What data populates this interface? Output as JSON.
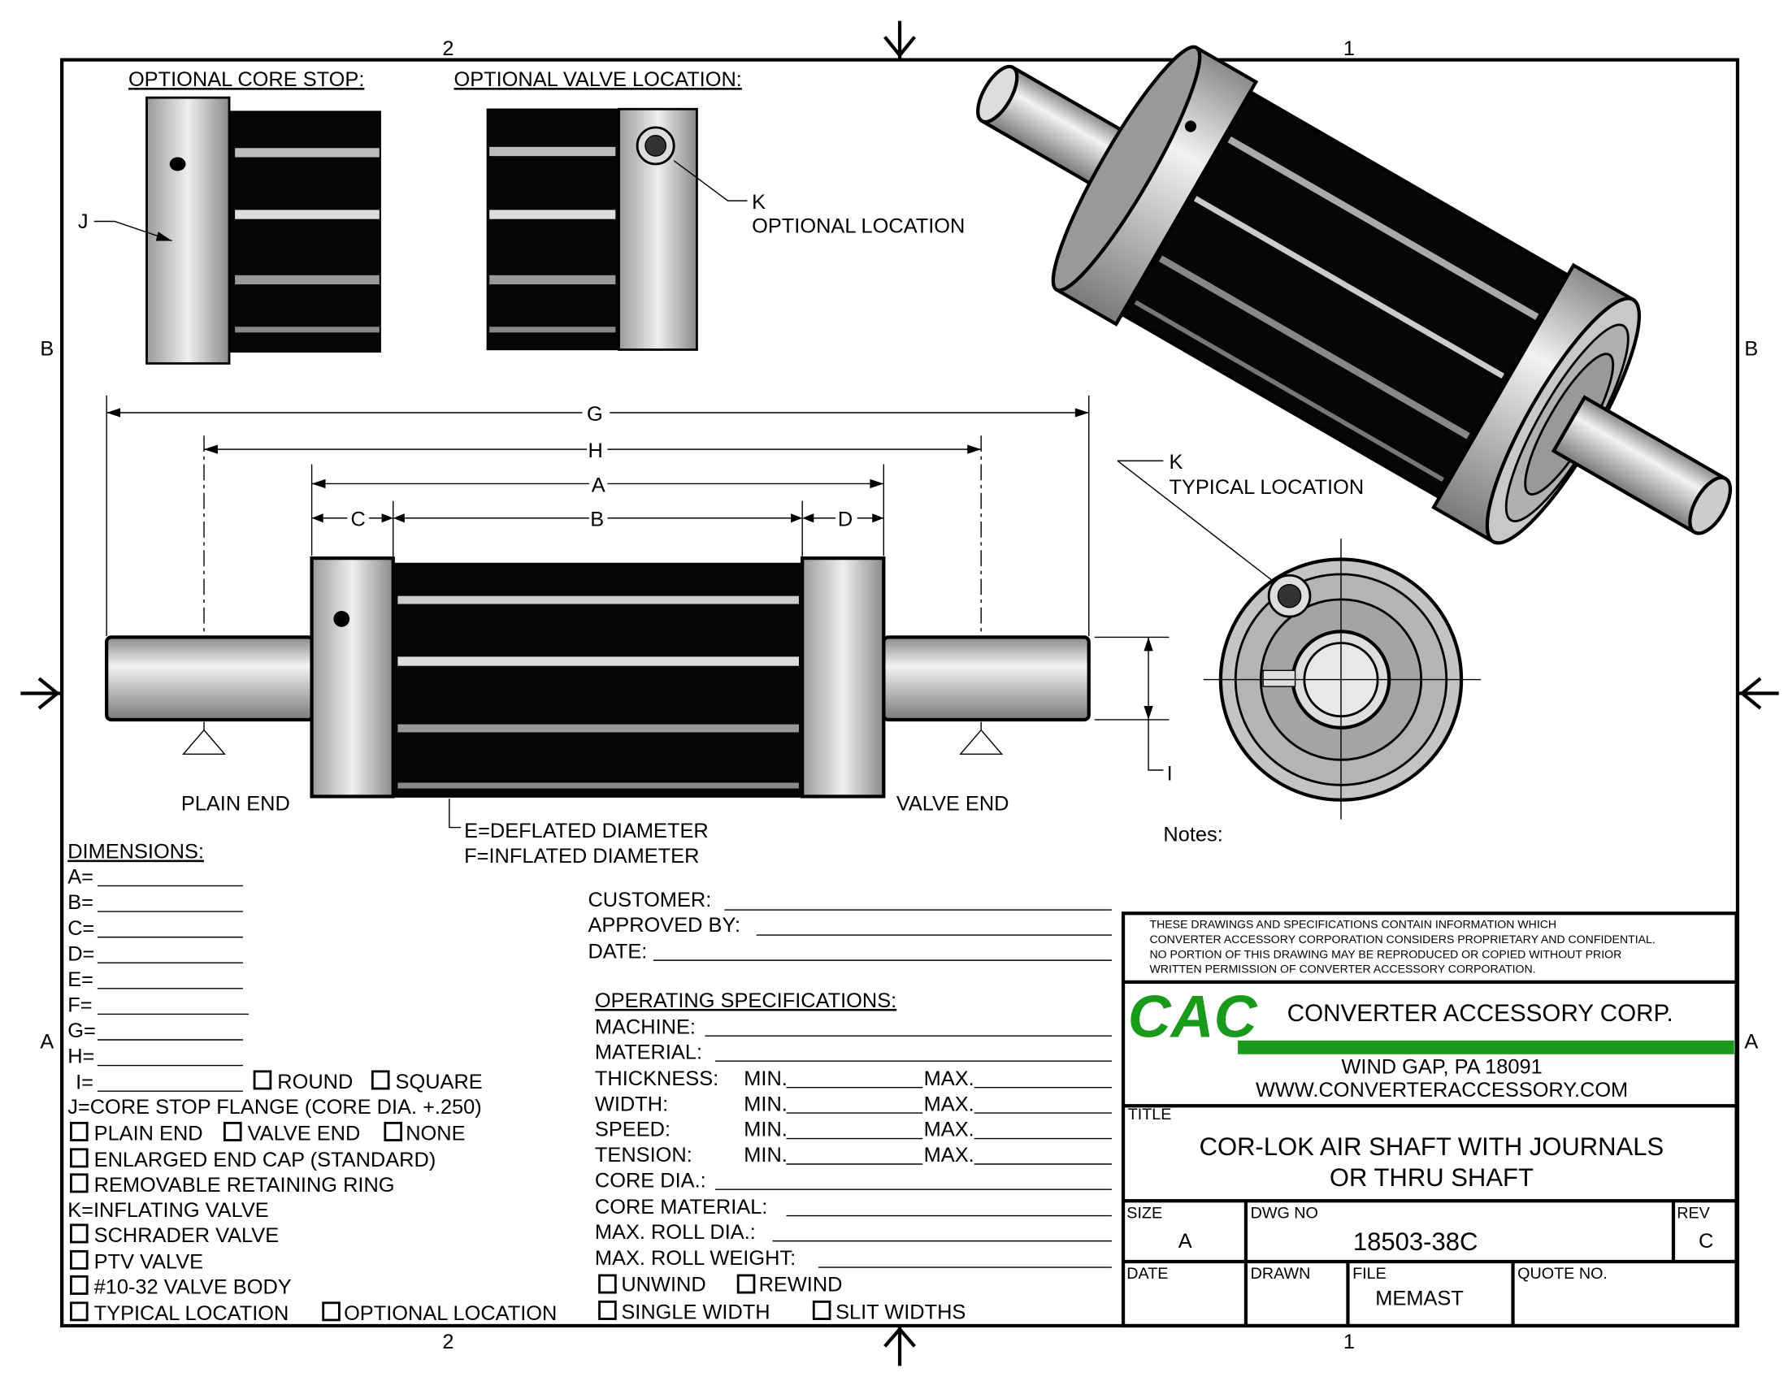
{
  "zones": {
    "col2": "2",
    "col1": "1",
    "rowB": "B",
    "rowA": "A"
  },
  "views": {
    "core_stop_heading": "OPTIONAL CORE STOP:",
    "valve_location_heading": "OPTIONAL VALVE LOCATION:",
    "j_label": "J",
    "k_label": "K",
    "optional_location": "OPTIONAL LOCATION",
    "typical_location": "TYPICAL LOCATION",
    "dims": {
      "g": "G",
      "h": "H",
      "a": "A",
      "b": "B",
      "c": "C",
      "d": "D",
      "i": "I"
    },
    "plain_end": "PLAIN END",
    "valve_end": "VALVE END",
    "e_label": "E=DEFLATED DIAMETER",
    "f_label": "F=INFLATED DIAMETER",
    "notes": "Notes:"
  },
  "dimensions": {
    "heading": "DIMENSIONS:",
    "fields": [
      "A=",
      "B=",
      "C=",
      "D=",
      "E=",
      "F=",
      "G=",
      "H=",
      "I="
    ],
    "round": "ROUND",
    "square": "SQUARE",
    "j_desc": "J=CORE STOP FLANGE (CORE DIA. +.250)",
    "plain_end": "PLAIN END",
    "valve_end": "VALVE END",
    "none": "NONE",
    "enlarged": "ENLARGED END CAP (STANDARD)",
    "removable": "REMOVABLE RETAINING RING",
    "k_desc": "K=INFLATING VALVE",
    "schrader": "SCHRADER VALVE",
    "ptv": "PTV VALVE",
    "valve_body": "#10-32 VALVE BODY",
    "typical": "TYPICAL LOCATION",
    "optional": "OPTIONAL LOCATION"
  },
  "customer": {
    "customer": "CUSTOMER:",
    "approved": "APPROVED BY:",
    "date": "DATE:"
  },
  "operating": {
    "heading": "OPERATING SPECIFICATIONS:",
    "machine": "MACHINE:",
    "material": "MATERIAL:",
    "rows": [
      {
        "label": "THICKNESS:",
        "min": "MIN.",
        "max": "MAX."
      },
      {
        "label": "WIDTH:",
        "min": "MIN.",
        "max": "MAX."
      },
      {
        "label": "SPEED:",
        "min": "MIN.",
        "max": "MAX."
      },
      {
        "label": "TENSION:",
        "min": "MIN.",
        "max": "MAX."
      }
    ],
    "core_dia": "CORE DIA.:",
    "core_material": "CORE MATERIAL:",
    "max_roll_dia": "MAX. ROLL DIA.:",
    "max_roll_weight": "MAX. ROLL WEIGHT:",
    "unwind": "UNWIND",
    "rewind": "REWIND",
    "single": "SINGLE WIDTH",
    "slit": "SLIT WIDTHS"
  },
  "title_block": {
    "disclaimer": [
      "THESE DRAWINGS AND SPECIFICATIONS CONTAIN INFORMATION WHICH",
      "CONVERTER ACCESSORY CORPORATION CONSIDERS PROPRIETARY AND CONFIDENTIAL.",
      "NO PORTION OF THIS DRAWING MAY BE REPRODUCED OR COPIED WITHOUT PRIOR",
      "WRITTEN PERMISSION OF CONVERTER ACCESSORY CORPORATION."
    ],
    "logo": "CAC",
    "company": "CONVERTER ACCESSORY CORP.",
    "address": "WIND GAP, PA 18091",
    "website": "WWW.CONVERTERACCESSORY.COM",
    "title_label": "TITLE",
    "title_line1": "COR-LOK AIR SHAFT WITH JOURNALS",
    "title_line2": "OR THRU SHAFT",
    "size_label": "SIZE",
    "size": "A",
    "dwg_label": "DWG NO",
    "dwg": "18503-38C",
    "rev_label": "REV",
    "rev": "C",
    "date_label": "DATE",
    "drawn_label": "DRAWN",
    "file_label": "FILE",
    "file": "MEMAST",
    "quote_label": "QUOTE NO.",
    "brand_color": "#1a9a1a"
  }
}
